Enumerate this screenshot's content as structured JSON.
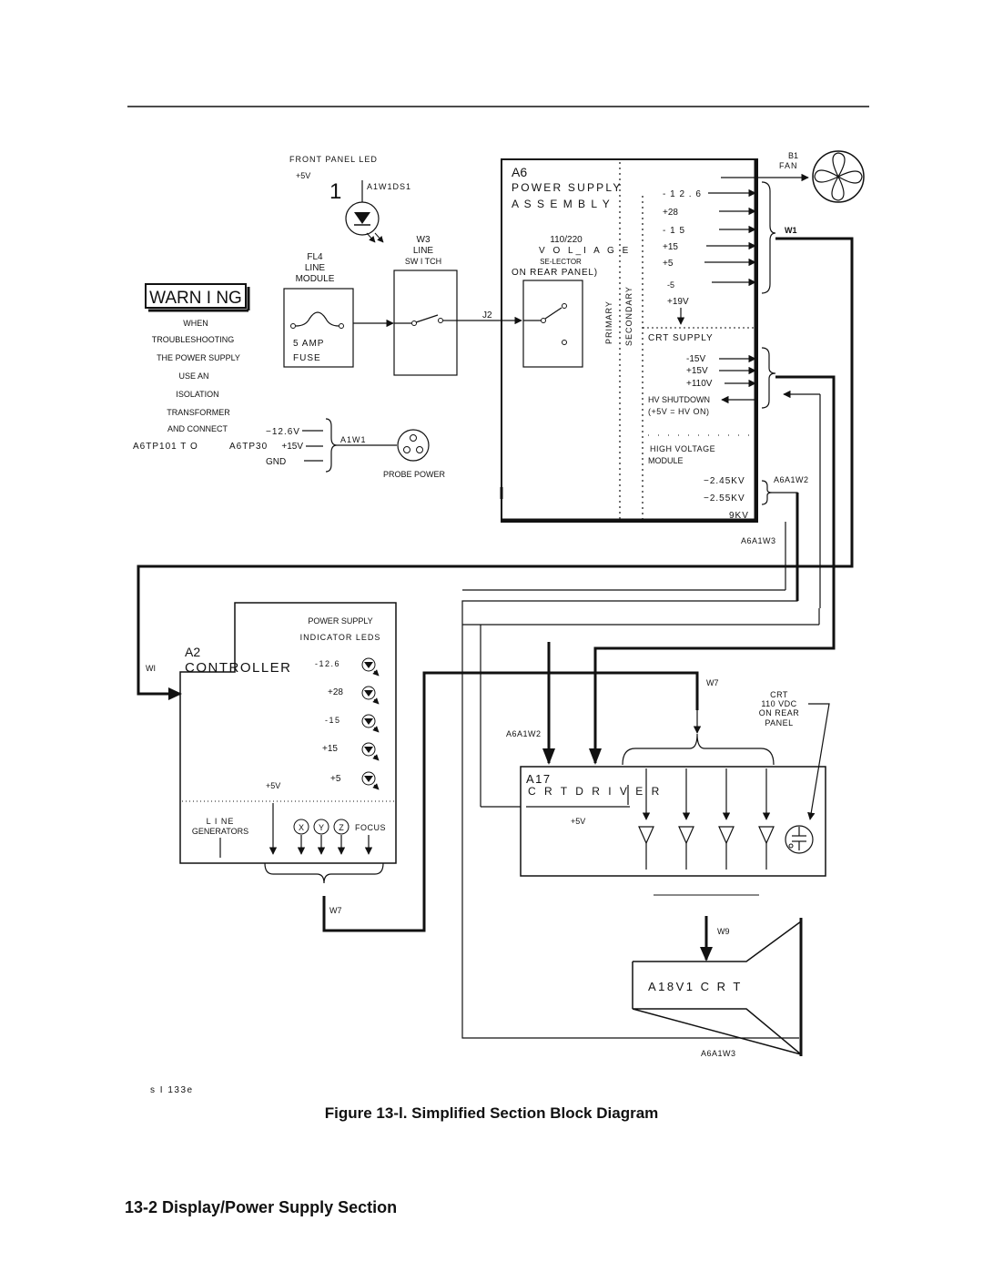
{
  "diagram": {
    "front_panel_led": {
      "title": "FRONT PANEL LED",
      "voltage": "+5V",
      "ref_num": "1",
      "ref": "A1W1DS1"
    },
    "fl4": {
      "ref": "FL4",
      "name1": "LINE",
      "name2": "MODULE",
      "fuse1": "5 AMP",
      "fuse2": "FUSE"
    },
    "w3": {
      "ref": "W3",
      "name1": "LINE",
      "name2": "SW I TCH"
    },
    "j2": "J2",
    "warning": {
      "title": "WARN I NG",
      "lines": [
        "WHEN",
        "TROUBLESHOOTING",
        "THE POWER SUPPLY",
        "USE AN",
        "ISOLATION",
        "TRANSFORMER",
        "AND CONNECT"
      ]
    },
    "tp_line": {
      "left": "A6TP101 T O",
      "right": "A6TP30"
    },
    "a1w1": {
      "labels": [
        "−12.6V",
        "+15V",
        "GND"
      ],
      "ref": "A1W1",
      "probe_power": "PROBE POWER"
    },
    "a6": {
      "ref": "A6",
      "name1": "POWER SUPPLY",
      "name2": "A S S E M B L Y",
      "selector": [
        "110/220",
        "V O L_I A G E",
        "SE-LECTOR",
        "ON REAR PANEL)"
      ],
      "primary": "PRIMARY",
      "secondary": "SECONDARY",
      "outputs": [
        "- 1 2 . 6",
        "+28",
        "- 1 5",
        "+15",
        "+5",
        "-5"
      ],
      "plus19v": "+19V",
      "crt_supply": "CRT SUPPLY",
      "crt_outputs": [
        "-15V",
        "+15V",
        "+110V"
      ],
      "hv_shutdown1": "HV SHUTDOWN",
      "hv_shutdown2": "(+5V = HV ON)",
      "hv_module1": "HIGH VOLTAGE",
      "hv_module2": "MODULE",
      "hv_outputs": [
        "−2.45KV",
        "−2.55KV",
        "9KV"
      ],
      "a6a1w2": "A6A1W2",
      "a6a1w3": "A6A1W3"
    },
    "fan": {
      "ref": "B1",
      "name": "FAN"
    },
    "w1": "W1",
    "controller": {
      "ref": "A2",
      "name": "CONTROLLER",
      "leds_title1": "POWER SUPPLY",
      "leds_title2": "INDICATOR LEDS",
      "leds": [
        "-12.6",
        "+28",
        "-15",
        "+15",
        "+5"
      ],
      "plus5v": "+5V",
      "line_gen1": "L I NE",
      "line_gen2": "GENERATORS",
      "x": "X",
      "y": "Y",
      "z": "Z",
      "focus": "FOCUS",
      "wi": "WI",
      "w7": "W7"
    },
    "a17": {
      "ref": "A17",
      "name": "C R T D R I V E R",
      "plus5v": "+5V",
      "w7": "W7",
      "a6a1w2": "A6A1W2",
      "crt_note": [
        "CRT",
        "110 VDC",
        "ON REAR",
        "PANEL"
      ]
    },
    "a18": {
      "name": "A18V1 C R T",
      "w9": "W9",
      "a6a1w3": "A6A1W3"
    },
    "drawing_id": "s I 133e"
  },
  "caption": "Figure 13-l. Simplified Section Block Diagram",
  "section_title": "13-2 Display/Power Supply Section"
}
